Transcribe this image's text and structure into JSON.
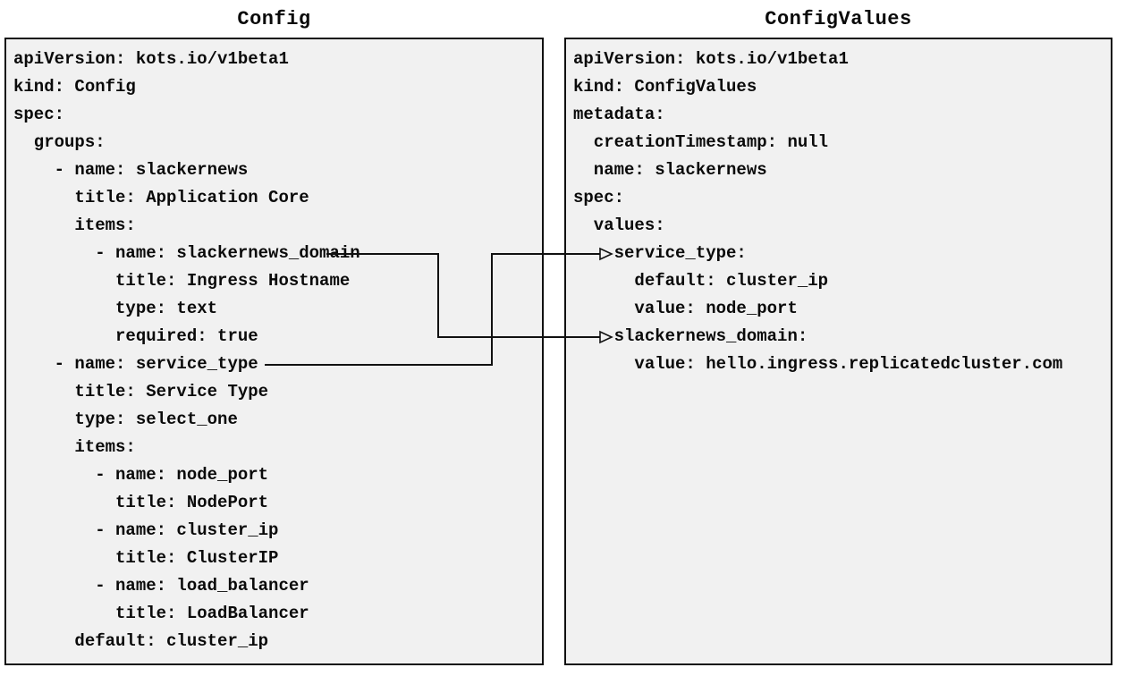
{
  "diagram": {
    "left_panel": {
      "title": "Config",
      "lines": [
        "apiVersion: kots.io/v1beta1",
        "kind: Config",
        "spec:",
        "  groups:",
        "    - name: slackernews",
        "      title: Application Core",
        "      items:",
        "        - name: slackernews_domain",
        "          title: Ingress Hostname",
        "          type: text",
        "          required: true",
        "    - name: service_type",
        "      title: Service Type",
        "      type: select_one",
        "      items:",
        "        - name: node_port",
        "          title: NodePort",
        "        - name: cluster_ip",
        "          title: ClusterIP",
        "        - name: load_balancer",
        "          title: LoadBalancer",
        "      default: cluster_ip"
      ]
    },
    "right_panel": {
      "title": "ConfigValues",
      "lines": [
        "apiVersion: kots.io/v1beta1",
        "kind: ConfigValues",
        "metadata:",
        "  creationTimestamp: null",
        "  name: slackernews",
        "spec:",
        "  values:",
        "    service_type:",
        "      default: cluster_ip",
        "      value: node_port",
        "    slackernews_domain:",
        "      value: hello.ingress.replicatedcluster.com"
      ]
    },
    "connections": [
      {
        "from": "Config item name: slackernews_domain",
        "to": "ConfigValues key slackernews_domain:"
      },
      {
        "from": "Config item name: service_type",
        "to": "ConfigValues key service_type:"
      }
    ],
    "colors": {
      "panel_background": "#f1f1f1",
      "panel_border": "#111111",
      "text": "#0a0a0a",
      "connector": "#111111",
      "page_background": "#ffffff"
    }
  }
}
